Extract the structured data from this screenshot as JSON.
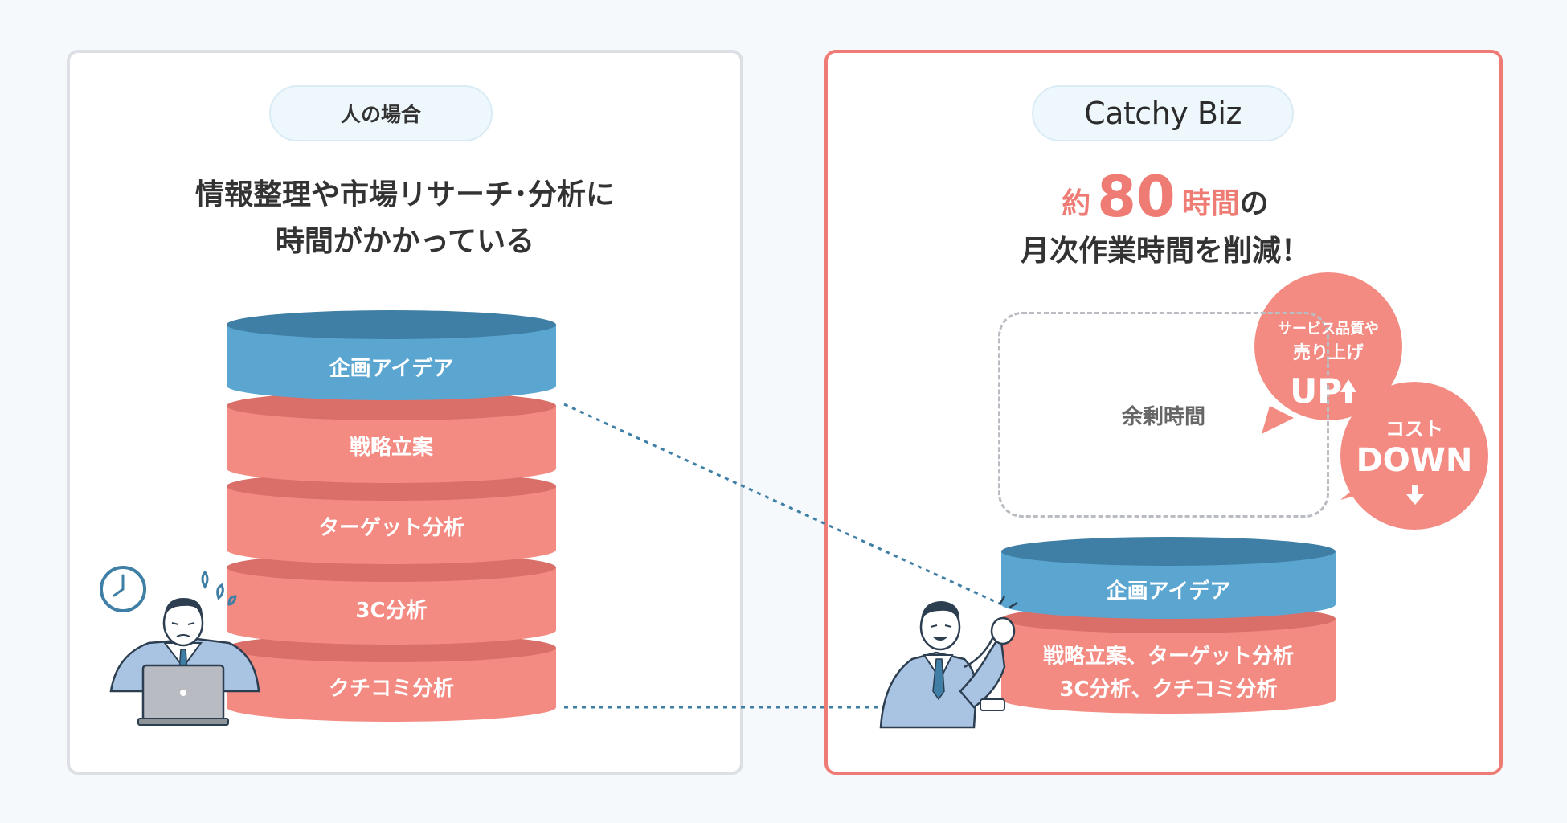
{
  "left_panel": {
    "pill_label": "人の場合",
    "heading_line1": "情報整理や市場リサーチ･分析に",
    "heading_line2": "時間がかかっている",
    "stack": [
      "企画アイデア",
      "戦略立案",
      "ターゲット分析",
      "3C分析",
      "クチコミ分析"
    ]
  },
  "right_panel": {
    "logo_text": "Catchy Biz",
    "heading_prefix": "約",
    "heading_number": "80",
    "heading_unit": "時間",
    "heading_suffix": "の",
    "heading_line2": "月次作業時間を削減！",
    "spare_time_label": "余剰時間",
    "stack_top": "企画アイデア",
    "stack_bottom_line1": "戦略立案、ターゲット分析",
    "stack_bottom_line2": "3C分析、クチコミ分析",
    "bubble_up": {
      "line1": "サービス品質や",
      "line2": "売り上げ",
      "big": "UP"
    },
    "bubble_down": {
      "line1": "コスト",
      "big": "DOWN"
    }
  },
  "colors": {
    "blue": "#5aa6d1",
    "blue_dark": "#3f7fa5",
    "red": "#f38b82",
    "red_dark": "#d96f68",
    "accent": "#ee7c74",
    "dotted_line": "#3f7fa5"
  }
}
